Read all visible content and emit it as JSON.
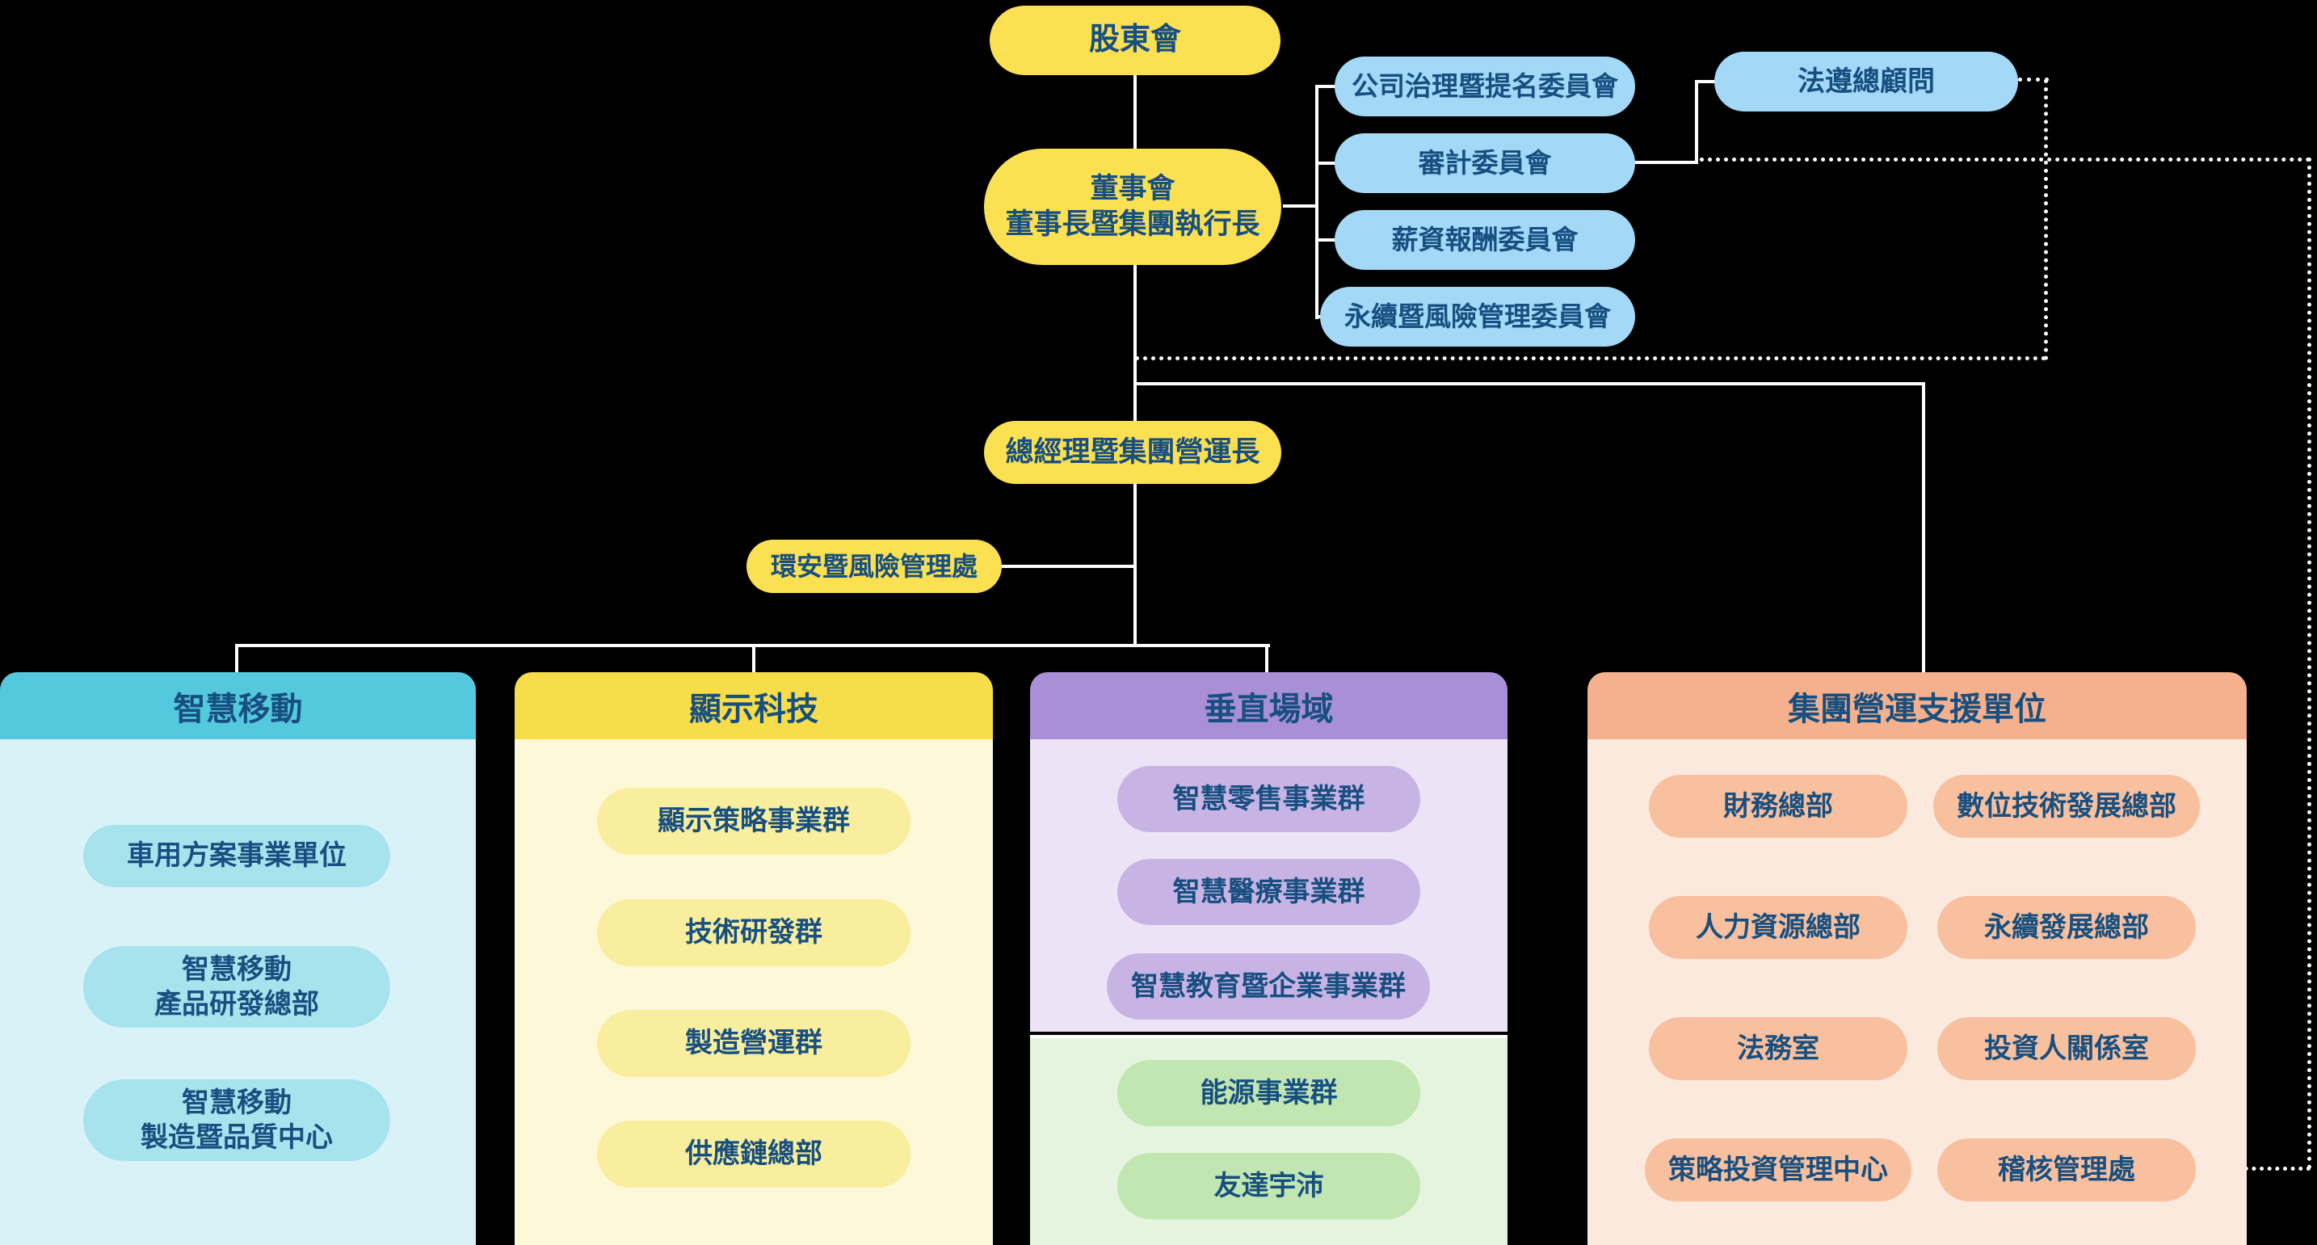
{
  "org": {
    "shareholders": "股東會",
    "board_line1": "董事會",
    "board_line2": "董事長暨集團執行長",
    "committees": [
      "公司治理暨提名委員會",
      "審計委員會",
      "薪資報酬委員會",
      "永續暨風險管理委員會"
    ],
    "compliance_counsel": "法遵總顧問",
    "president": "總經理暨集團營運長",
    "ehs": "環安暨風險管理處"
  },
  "groups": [
    {
      "title": "智慧移動",
      "items": [
        {
          "lines": [
            "車用方案事業單位"
          ]
        },
        {
          "lines": [
            "智慧移動",
            "產品研發總部"
          ]
        },
        {
          "lines": [
            "智慧移動",
            "製造暨品質中心"
          ]
        }
      ]
    },
    {
      "title": "顯示科技",
      "items": [
        {
          "lines": [
            "顯示策略事業群"
          ]
        },
        {
          "lines": [
            "技術研發群"
          ]
        },
        {
          "lines": [
            "製造營運群"
          ]
        },
        {
          "lines": [
            "供應鏈總部"
          ]
        }
      ]
    },
    {
      "title": "垂直場域",
      "items": [
        {
          "lines": [
            "智慧零售事業群"
          ]
        },
        {
          "lines": [
            "智慧醫療事業群"
          ]
        },
        {
          "lines": [
            "智慧教育暨企業事業群"
          ]
        }
      ],
      "sub_items": [
        {
          "lines": [
            "能源事業群"
          ]
        },
        {
          "lines": [
            "友達宇沛"
          ]
        }
      ]
    },
    {
      "title": "集團營運支援單位",
      "columns": [
        [
          "財務總部",
          "人力資源總部",
          "法務室",
          "策略投資管理中心"
        ],
        [
          "數位技術發展總部",
          "永續發展總部",
          "投資人關係室",
          "稽核管理處"
        ]
      ]
    }
  ],
  "colors": {
    "background": "#000000",
    "text_navy": "#174f80",
    "yellow_node": "#fbe052",
    "blue_node": "#a3d8f7",
    "connector": "#ffffff",
    "mobility_header": "#54c8dc",
    "mobility_body": "#d9f2f8",
    "mobility_pill": "#a6e3ed",
    "display_header": "#f7dd4a",
    "display_body": "#fdf8d8",
    "display_pill": "#f9ee9d",
    "vertical_header": "#a98fd6",
    "vertical_body": "#ece4f6",
    "vertical_pill": "#c7b4e4",
    "energy_body": "#e5f4de",
    "energy_pill": "#c1e6b1",
    "support_header": "#f5b18d",
    "support_body": "#fce9de",
    "support_pill": "#f8c09e"
  }
}
